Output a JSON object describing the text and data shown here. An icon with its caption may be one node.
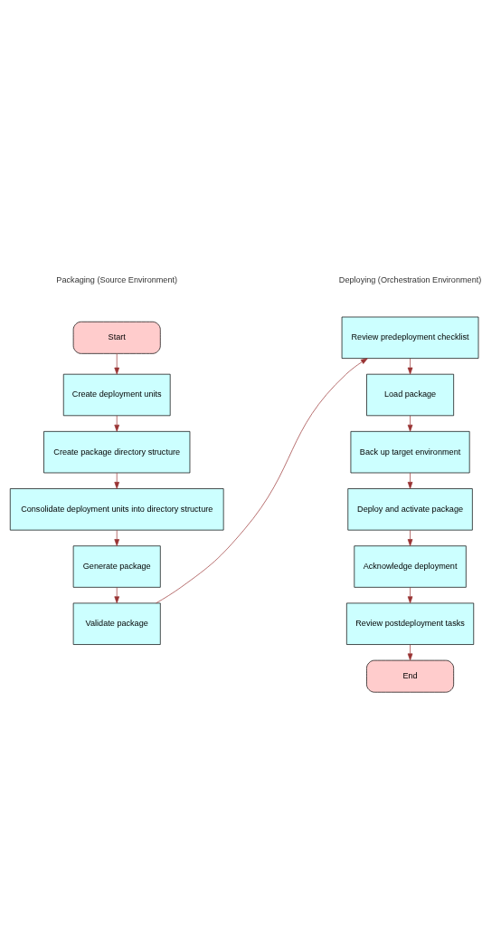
{
  "diagram": {
    "nodes": [
      {
        "text": [
          "Start"
        ]
      },
      {
        "text": [
          "Create deployment units"
        ]
      },
      {
        "text": [
          "Create package directory structure"
        ]
      },
      {
        "text": [
          "Consolidate deployment units into directory structure"
        ]
      },
      {
        "text": [
          "Generate package"
        ]
      },
      {
        "text": [
          "Validate package"
        ]
      },
      {
        "text": [
          "Review predeployment checklist"
        ]
      },
      {
        "text": [
          "Load package"
        ]
      },
      {
        "text": [
          "Back up target environment"
        ]
      },
      {
        "text": [
          "Deploy and activate package"
        ]
      },
      {
        "text": [
          "Acknowledge deployment"
        ]
      },
      {
        "text": [
          "Review postdeployment tasks"
        ]
      },
      {
        "text": [
          "End"
        ]
      }
    ],
    "edges": [
      {
        "from": 0,
        "to": 1,
        "arrow": "to"
      },
      {
        "from": 1,
        "to": 2,
        "arrow": "to"
      },
      {
        "from": 2,
        "to": 3,
        "arrow": "to"
      },
      {
        "from": 3,
        "to": 4,
        "arrow": "to"
      },
      {
        "from": 4,
        "to": 5,
        "arrow": "to"
      },
      {
        "from": 5,
        "to": 6,
        "arrow": "to"
      },
      {
        "from": 6,
        "to": 7,
        "arrow": "to"
      },
      {
        "from": 7,
        "to": 8,
        "arrow": "to"
      },
      {
        "from": 8,
        "to": 9,
        "arrow": "to"
      },
      {
        "from": 9,
        "to": 10,
        "arrow": "to"
      },
      {
        "from": 10,
        "to": 11,
        "arrow": "to"
      },
      {
        "from": 11,
        "to": 12,
        "arrow": "to"
      }
    ],
    "labels": [
      "Packaging (Source Environment)",
      "Deploying (Orchestration Environment)"
    ]
  }
}
